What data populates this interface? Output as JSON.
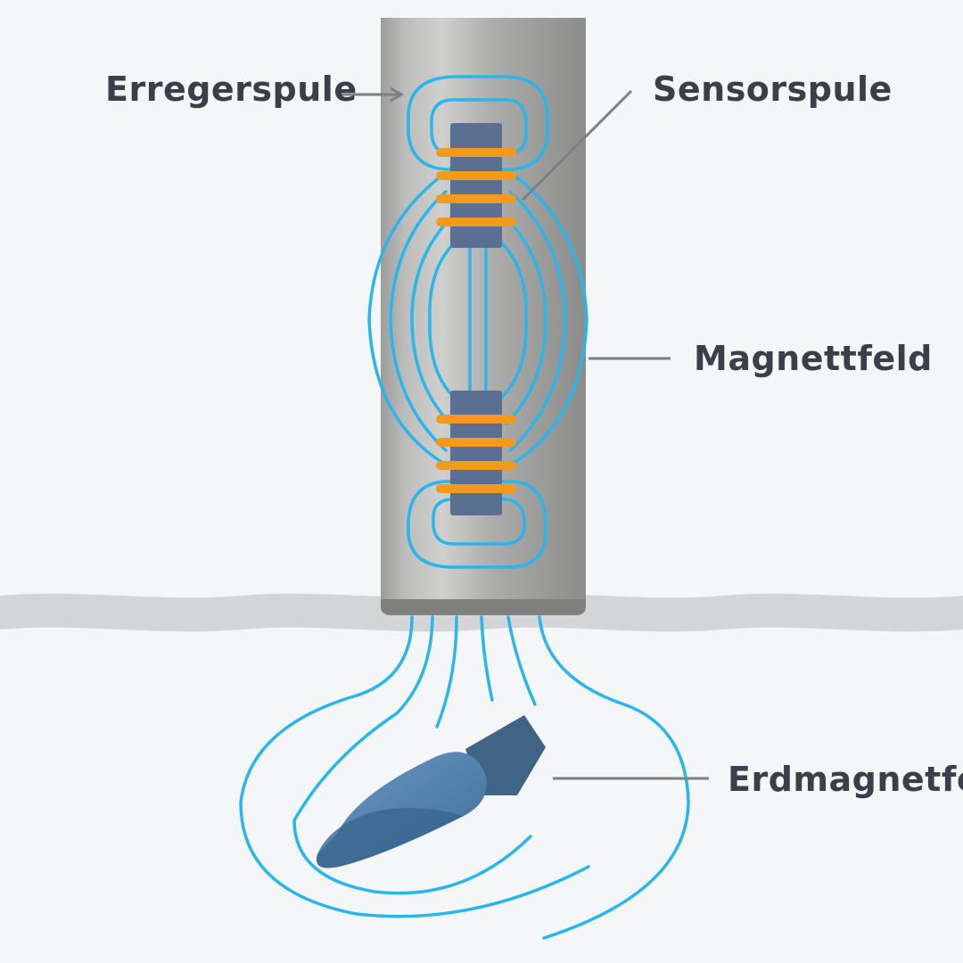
{
  "labels": {
    "excitation_coil": "Erregerspule",
    "sensor_coil": "Sensorspule",
    "magnetic_field": "Magnettfeld",
    "earth_magnetic_field": "Erdmagnetfe"
  },
  "colors": {
    "background": "#f5f6f7",
    "ground": "#d4d5d6",
    "probe_body": "#a9a9a7",
    "probe_cap": "#7f7f7d",
    "core": "#5b6f93",
    "coil_winding": "#f39a1e",
    "field_lines": "#29b6ec",
    "buried_object": "#4f7fac",
    "label_text": "#3c3f49",
    "leader_lines": "#7d7f83"
  },
  "icons": {
    "probe": "probe-cylinder-icon",
    "buried_object": "buried-object-icon"
  }
}
